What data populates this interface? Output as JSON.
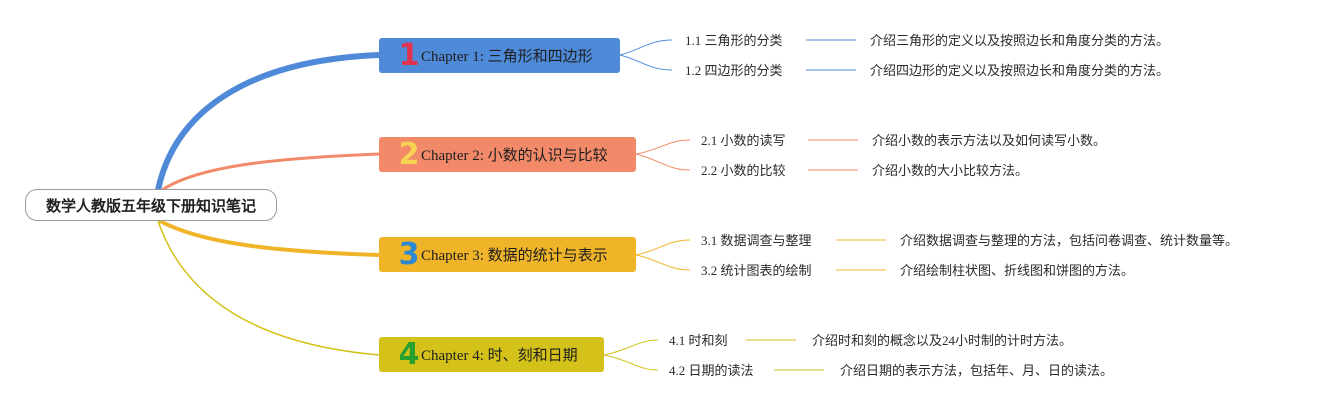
{
  "root": {
    "title": "数学人教版五年级下册知识笔记"
  },
  "colors": {
    "ch1": "#4e8ad8",
    "ch2": "#f28a6a",
    "ch3": "#f0b429",
    "ch4": "#d4c21a",
    "num1": "#e3324d",
    "num2": "#f7d354",
    "num3": "#2d88d2",
    "num4": "#27a02e"
  },
  "chapters": [
    {
      "num": "1",
      "title": "Chapter 1: 三角形和四边形",
      "sections": [
        {
          "label": "1.1 三角形的分类",
          "desc": "介绍三角形的定义以及按照边长和角度分类的方法。"
        },
        {
          "label": "1.2 四边形的分类",
          "desc": "介绍四边形的定义以及按照边长和角度分类的方法。"
        }
      ]
    },
    {
      "num": "2",
      "title": "Chapter 2: 小数的认识与比较",
      "sections": [
        {
          "label": "2.1 小数的读写",
          "desc": "介绍小数的表示方法以及如何读写小数。"
        },
        {
          "label": "2.2 小数的比较",
          "desc": "介绍小数的大小比较方法。"
        }
      ]
    },
    {
      "num": "3",
      "title": "Chapter 3: 数据的统计与表示",
      "sections": [
        {
          "label": "3.1 数据调查与整理",
          "desc": "介绍数据调查与整理的方法，包括问卷调查、统计数量等。"
        },
        {
          "label": "3.2 统计图表的绘制",
          "desc": "介绍绘制柱状图、折线图和饼图的方法。"
        }
      ]
    },
    {
      "num": "4",
      "title": "Chapter 4: 时、刻和日期",
      "sections": [
        {
          "label": "4.1 时和刻",
          "desc": "介绍时和刻的概念以及24小时制的计时方法。"
        },
        {
          "label": "4.2 日期的读法",
          "desc": "介绍日期的表示方法，包括年、月、日的读法。"
        }
      ]
    }
  ]
}
